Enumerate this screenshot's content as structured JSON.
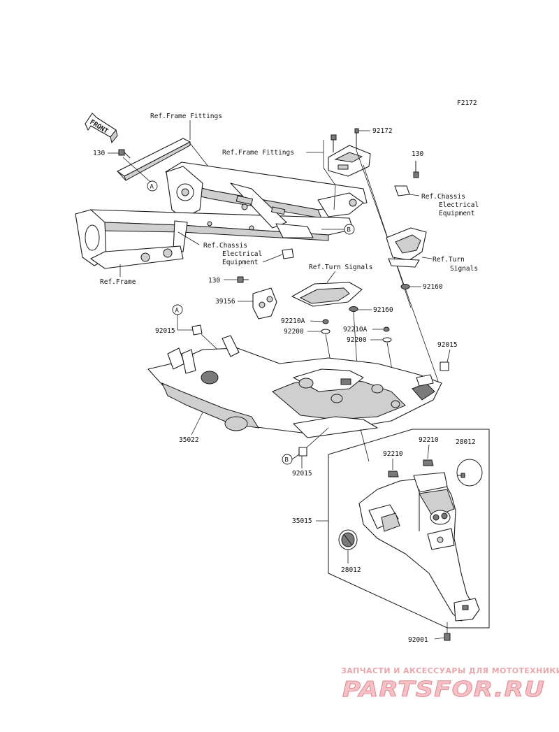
{
  "figure_code": "F2172",
  "front_arrow": "FRONT",
  "refs": {
    "frame_fittings_left": "Ref.Frame Fittings",
    "frame_fittings_right": "Ref.Frame Fittings",
    "chassis_electrical_right": [
      "Ref.Chassis",
      "Electrical",
      "Equipment"
    ],
    "chassis_electrical_left": [
      "Ref.Chassis",
      "Electrical",
      "Equipment"
    ],
    "frame": "Ref.Frame",
    "turn_signals_center": "Ref.Turn Signals",
    "turn_signals_right": [
      "Ref.Turn",
      "Signals"
    ]
  },
  "callouts": {
    "a": "A",
    "b": "B"
  },
  "parts": {
    "p130_left": "130",
    "p130_right": "130",
    "p130_bottom": "130",
    "p92172": "92172",
    "p39156": "39156",
    "p92210A_left": "92210A",
    "p92200_left": "92200",
    "p92160_center": "92160",
    "p92160_right": "92160",
    "p92210A_right": "92210A",
    "p92200_right": "92200",
    "p92015_left": "92015",
    "p92015_right": "92015",
    "p92015_bottom": "92015",
    "p35022": "35022",
    "p92210_left": "92210",
    "p92210_right": "92210",
    "p28012_right": "28012",
    "p28012_left": "28012",
    "p35015": "35015",
    "p92001": "92001"
  },
  "watermark": {
    "tagline": "ЗАПЧАСТИ И АКСЕССУАРЫ ДЛЯ МОТОТЕХНИКИ",
    "logo": "PARTSFOR.RU"
  },
  "colors": {
    "line": "#1a1a1a",
    "watermark": "#e58d95"
  }
}
